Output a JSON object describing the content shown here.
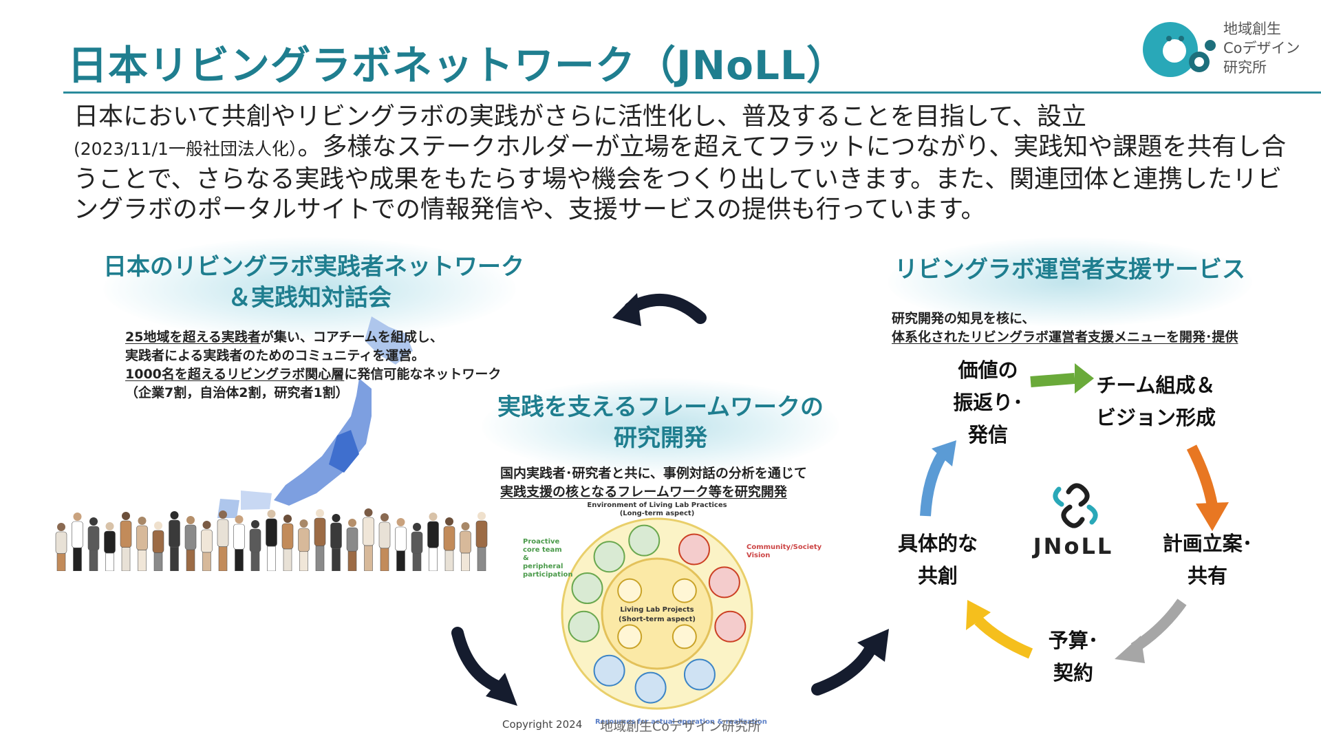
{
  "header": {
    "title": "日本リビングラボネットワーク（JNoLL）",
    "logo_text": [
      "地域創生",
      "Coデザイン",
      "研究所"
    ]
  },
  "intro": {
    "part1": "日本において共創やリビングラボの実践がさらに活性化し、普及することを目指して、設立",
    "date_note": "(2023/11/1一般社団法人化）",
    "part2": "。多様なステークホルダーが立場を超えてフラットにつながり、実践知や課題を共有し合うことで、さらなる実践や成果をもたらす場や機会をつくり出していきます。また、関連団体と連携したリビングラボのポータルサイトでの情報発信や、支援サービスの提供も行っています。"
  },
  "network": {
    "title_line1": "日本のリビングラボ実践者ネットワーク",
    "title_line2": "＆実践知対話会",
    "desc_line1_u": "25地域を超える実践者",
    "desc_line1_rest": "が集い、コアチームを組成し、",
    "desc_line2": "実践者による実践者のためのコミュニティを運営。",
    "desc_line3_u": "1000名を超えるリビングラボ関心層",
    "desc_line3_rest": "に発信可能なネットワーク",
    "desc_line4": "（企業7割，自治体2割，研究者1割）"
  },
  "framework": {
    "title_line1": "実践を支えるフレームワークの",
    "title_line2": "研究開発",
    "desc_line1": "国内実践者･研究者と共に、事例対話の分析を通じて",
    "desc_line2": "実践支援の核となるフレームワーク等を研究開発",
    "diagram_top_label": "Environment of Living Lab Practices",
    "diagram_top_sub": "(Long-term aspect)",
    "diagram_center_label": "Living Lab Projects",
    "diagram_center_sub": "(Short-term aspect)",
    "diagram_left_label": "Proactive core team & peripheral participation",
    "diagram_right_label": "Community/Society Vision",
    "diagram_bottom_label": "Resources for actual operation & realization"
  },
  "support": {
    "title": "リビングラボ運営者支援サービス",
    "desc_line1": "研究開発の知見を核に、",
    "desc_line2": "体系化されたリビングラボ運営者支援メニューを開発･提供",
    "cycle": {
      "step1": "チーム組成＆\nビジョン形成",
      "step2": "計画立案･\n共有",
      "step3": "予算･\n契約",
      "step4": "具体的な\n共創",
      "step5": "価値の\n振返り･\n発信"
    },
    "center_logo": "JNoLL"
  },
  "footer": {
    "copyright": "Copyright 2024",
    "org": "地域創生Coデザイン研究所"
  },
  "colors": {
    "accent": "#1f7e8f",
    "arrow_green": "#6aaa3a",
    "arrow_orange": "#e87722",
    "arrow_gray": "#a6a6a6",
    "arrow_yellow": "#f5bf1d",
    "arrow_blue": "#5b9bd5",
    "cycle_arrow_dark": "#151c2e"
  }
}
